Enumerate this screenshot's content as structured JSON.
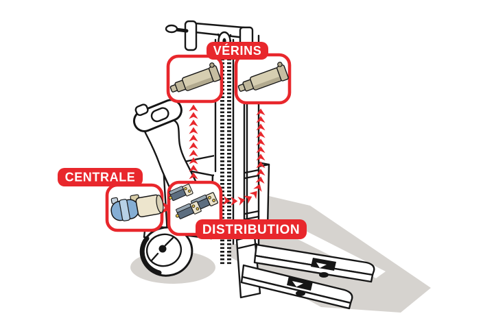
{
  "diagram": {
    "subject": "pallet-stacker-hydraulics",
    "illustration": "pallet-stacker-line-art",
    "labels": {
      "verins": "VÉRINS",
      "centrale": "CENTRALE",
      "distribution": "DISTRIBUTION"
    },
    "callouts": [
      {
        "id": "verins",
        "label": "VÉRINS",
        "components": [
          "hydraulic-cylinder",
          "hydraulic-cylinder"
        ]
      },
      {
        "id": "centrale",
        "label": "CENTRALE",
        "components": [
          "hydraulic-power-unit"
        ]
      },
      {
        "id": "distribution",
        "label": "DISTRIBUTION",
        "components": [
          "valve-block",
          "valve-block",
          "valve-block"
        ]
      }
    ],
    "connections": [
      {
        "from": "distribution",
        "to": "verins-left-cylinder",
        "style": "dotted-chevron"
      },
      {
        "from": "distribution",
        "to": "verins-right-cylinder",
        "style": "dotted-chevron"
      },
      {
        "from": "centrale",
        "to": "distribution",
        "style": "solid-arrow"
      }
    ],
    "colors": {
      "accent_red": "#e8272c",
      "outline": "#161616",
      "shadow": "#d6d3cf",
      "background": "#ffffff",
      "cylinder_barrel": "#d6ceb1",
      "cylinder_collar": "#beb69a",
      "cylinder_rod": "#c9c1a5",
      "cylinder_head": "#c7bea1",
      "cylinder_port": "#b2a98c",
      "cylinder_shade": "#968d72",
      "pump_tank": "#85aed4",
      "pump_band": "#b7d1e6",
      "pump_motor": "#ede5cd",
      "pump_motor_end": "#d9d1b6",
      "pump_fitting_a": "#d8cda8",
      "pump_fitting_b": "#c5d2de",
      "valve_body": "#5d6e80",
      "valve_top": "#97a6b2",
      "valve_end": "#ebe3cb",
      "valve_dot": "#e0bf4a"
    }
  }
}
